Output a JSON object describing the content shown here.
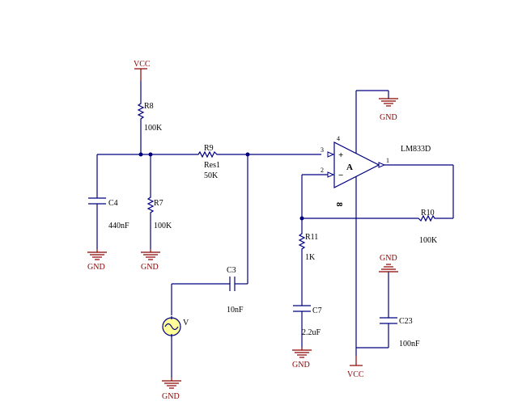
{
  "power": {
    "vcc_top": "VCC",
    "vcc_bottom": "VCC",
    "gnd_opamp_top": "GND",
    "gnd_c4": "GND",
    "gnd_r7": "GND",
    "gnd_source": "GND",
    "gnd_c7": "GND"
  },
  "components": {
    "r8": {
      "ref": "R8",
      "value": "100K"
    },
    "r9": {
      "ref": "R9",
      "model": "Res1",
      "value": "50K"
    },
    "r7": {
      "ref": "R7",
      "value": "100K"
    },
    "c4": {
      "ref": "C4",
      "value": "440nF"
    },
    "c3": {
      "ref": "C3",
      "value": "10nF"
    },
    "r10": {
      "ref": "R10",
      "value": "100K"
    },
    "r11": {
      "ref": "R11",
      "value": "1K"
    },
    "c7": {
      "ref": "C7",
      "value": "2.2uF"
    },
    "c23": {
      "ref": "C23",
      "value": "100nF"
    },
    "source": {
      "ref": "V"
    },
    "opamp": {
      "part": "LM833D",
      "unit": "A",
      "pin_plus": "3",
      "pin_minus": "2",
      "pin_out": "1",
      "pin_v_neg": "4",
      "pin_v_pos": "8",
      "sign_plus": "+",
      "sign_minus": "−"
    }
  },
  "colors": {
    "wire": "#000080",
    "power": "#8b0000",
    "text": "#000000"
  }
}
